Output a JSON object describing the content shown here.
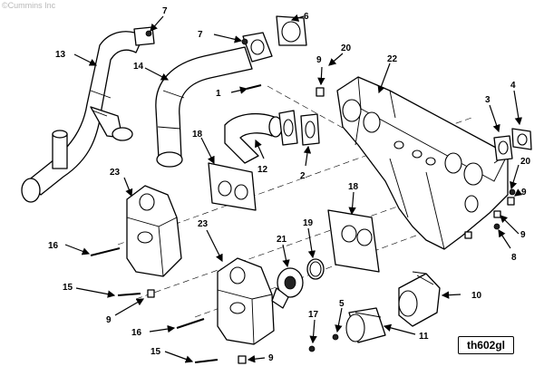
{
  "watermark": "©Cummins Inc",
  "figure_id": "th602gl",
  "callouts": {
    "c7a": "7",
    "c7b": "7",
    "c6": "6",
    "c20a": "20",
    "c9a": "9",
    "c22": "22",
    "c13": "13",
    "c14": "14",
    "c1": "1",
    "c3": "3",
    "c4": "4",
    "c18a": "18",
    "c12": "12",
    "c2": "2",
    "c20b": "20",
    "c9b": "9",
    "c23a": "23",
    "c18b": "18",
    "c19": "19",
    "c16a": "16",
    "c21": "21",
    "c8": "8",
    "c15a": "15",
    "c9c": "9",
    "c23b": "23",
    "c10": "10",
    "c5": "5",
    "c17": "17",
    "c16b": "16",
    "c11": "11",
    "c15b": "15",
    "c9d": "9"
  }
}
